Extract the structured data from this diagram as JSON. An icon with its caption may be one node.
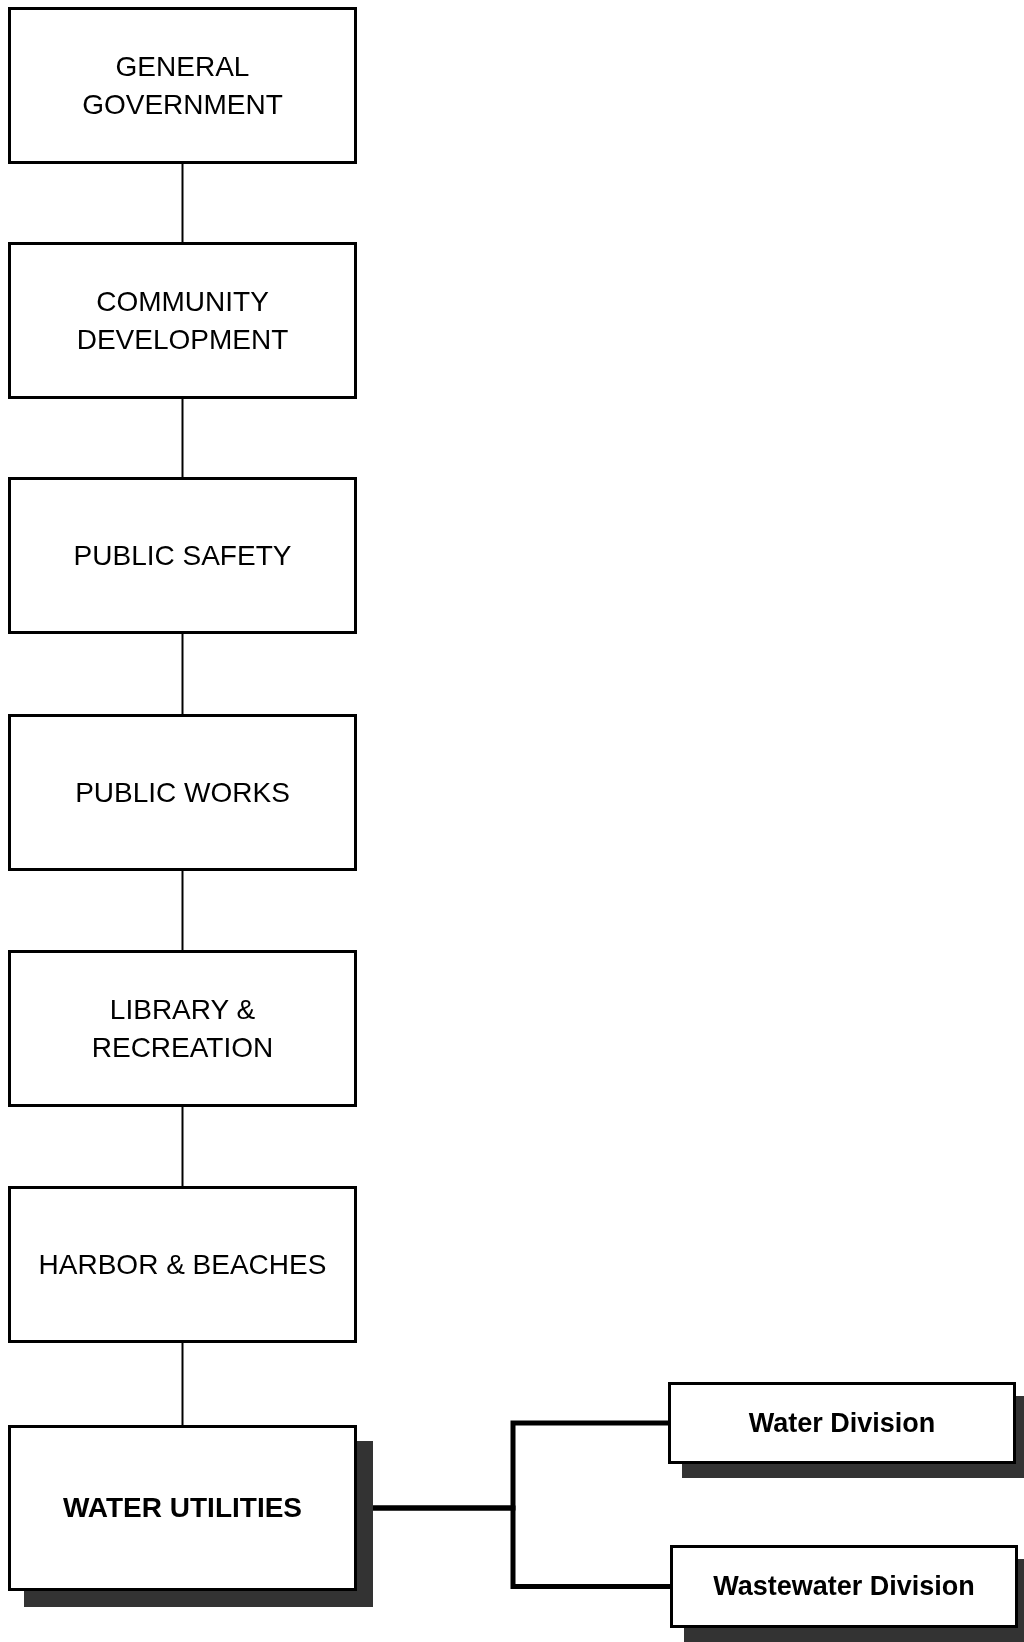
{
  "diagram": {
    "nodes": [
      {
        "text": [
          "GENERAL GOVERNMENT"
        ]
      },
      {
        "text": [
          "COMMUNITY DEVELOPMENT"
        ]
      },
      {
        "text": [
          "PUBLIC SAFETY"
        ]
      },
      {
        "text": [
          "PUBLIC WORKS"
        ]
      },
      {
        "text": [
          "LIBRARY & RECREATION"
        ]
      },
      {
        "text": [
          "HARBOR & BEACHES"
        ]
      },
      {
        "text": [
          "WATER UTILITIES"
        ]
      },
      {
        "text": [
          "Water Division"
        ]
      },
      {
        "text": [
          "Wastewater Division"
        ]
      }
    ],
    "edges": [
      {
        "from": 0,
        "to": 1,
        "arrow": "none"
      },
      {
        "from": 1,
        "to": 2,
        "arrow": "none"
      },
      {
        "from": 2,
        "to": 3,
        "arrow": "none"
      },
      {
        "from": 3,
        "to": 4,
        "arrow": "none"
      },
      {
        "from": 4,
        "to": 5,
        "arrow": "none"
      },
      {
        "from": 5,
        "to": 6,
        "arrow": "none"
      },
      {
        "from": 6,
        "to": 7,
        "arrow": "none",
        "style": "thick"
      },
      {
        "from": 6,
        "to": 8,
        "arrow": "none",
        "style": "thick"
      }
    ]
  }
}
